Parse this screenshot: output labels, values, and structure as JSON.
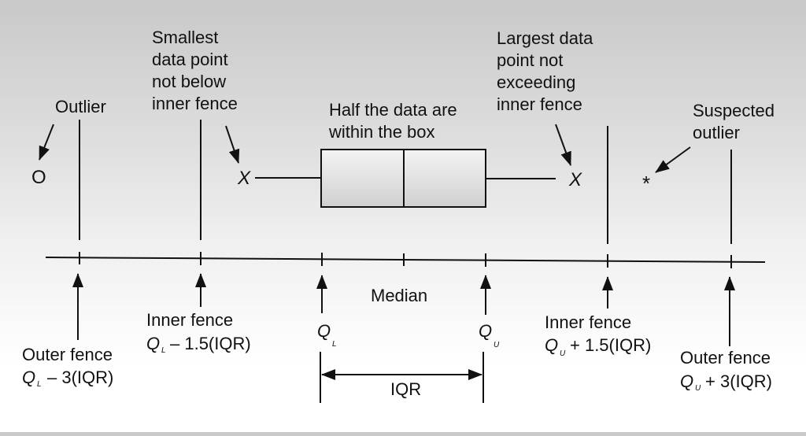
{
  "labels": {
    "smallest": [
      "Smallest",
      "data point",
      "not below",
      "inner fence"
    ],
    "largest": [
      "Largest data",
      "point not",
      "exceeding",
      "inner fence"
    ],
    "outlier": "Outlier",
    "half_data": [
      "Half the data are",
      "within the box"
    ],
    "suspected": [
      "Suspected",
      "outlier"
    ],
    "median": "Median",
    "iqr": "IQR",
    "inner_fence_left": "Inner fence",
    "inner_fence_left_formula": "– 1.5(IQR)",
    "outer_fence_left": "Outer fence",
    "outer_fence_left_formula": "– 3(IQR)",
    "inner_fence_right": "Inner fence",
    "inner_fence_right_formula": "+ 1.5(IQR)",
    "outer_fence_right": "Outer fence",
    "outer_fence_right_formula": "+ 3(IQR)",
    "q": "Q",
    "sub_lower": "L",
    "sub_upper": "U"
  },
  "markers": {
    "outlier_symbol": "O",
    "whisker_end_symbol": "X",
    "suspected_symbol": "*"
  }
}
